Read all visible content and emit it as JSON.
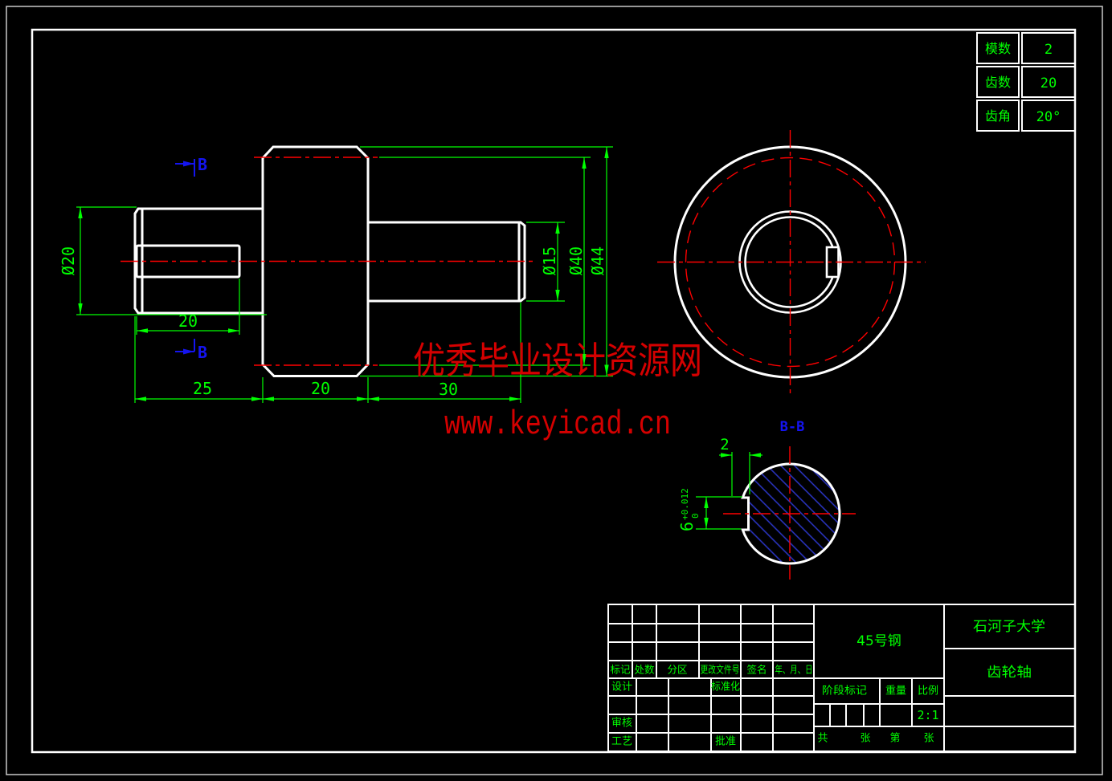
{
  "colors": {
    "background": "#000000",
    "outline": "#ffffff",
    "dimension": "#00ff00",
    "centerline": "#ff0000",
    "section_mark": "#1414f0",
    "hatch": "#2b36c8",
    "watermark": "#d40000"
  },
  "gear_params_table": {
    "rows": [
      {
        "label": "模数",
        "value": "2"
      },
      {
        "label": "齿数",
        "value": "20"
      },
      {
        "label": "齿角",
        "value": "20°"
      }
    ]
  },
  "main_view": {
    "dims": {
      "phi20": "Ø20",
      "keyway_length": "20",
      "seg1": "25",
      "seg2": "20",
      "seg3": "30",
      "phi15": "Ø15",
      "phi40": "Ø40",
      "phi44": "Ø44"
    },
    "section_marks": {
      "top": "B",
      "bottom": "B"
    }
  },
  "section_view": {
    "title": "B-B",
    "keyway_depth": "2",
    "keyway_width": "6",
    "tolerance_upper": "+0.012",
    "tolerance_lower": "0"
  },
  "watermark": {
    "line1": "优秀毕业设计资源网",
    "line2": "www.keyicad.cn"
  },
  "title_block": {
    "revision_header": [
      "标记",
      "处数",
      "分区",
      "更改文件号",
      "签名",
      "年、月、日"
    ],
    "design_label": "设计",
    "standardization_label": "标准化",
    "review_label": "审核",
    "process_label": "工艺",
    "approve_label": "批准",
    "material": "45号钢",
    "stage_mark_label": "阶段标记",
    "weight_label": "重量",
    "scale_label": "比例",
    "scale_value": "2:1",
    "sheet_labels": [
      "共",
      "张",
      "第",
      "张"
    ],
    "university": "石河子大学",
    "part_name": "齿轮轴"
  }
}
